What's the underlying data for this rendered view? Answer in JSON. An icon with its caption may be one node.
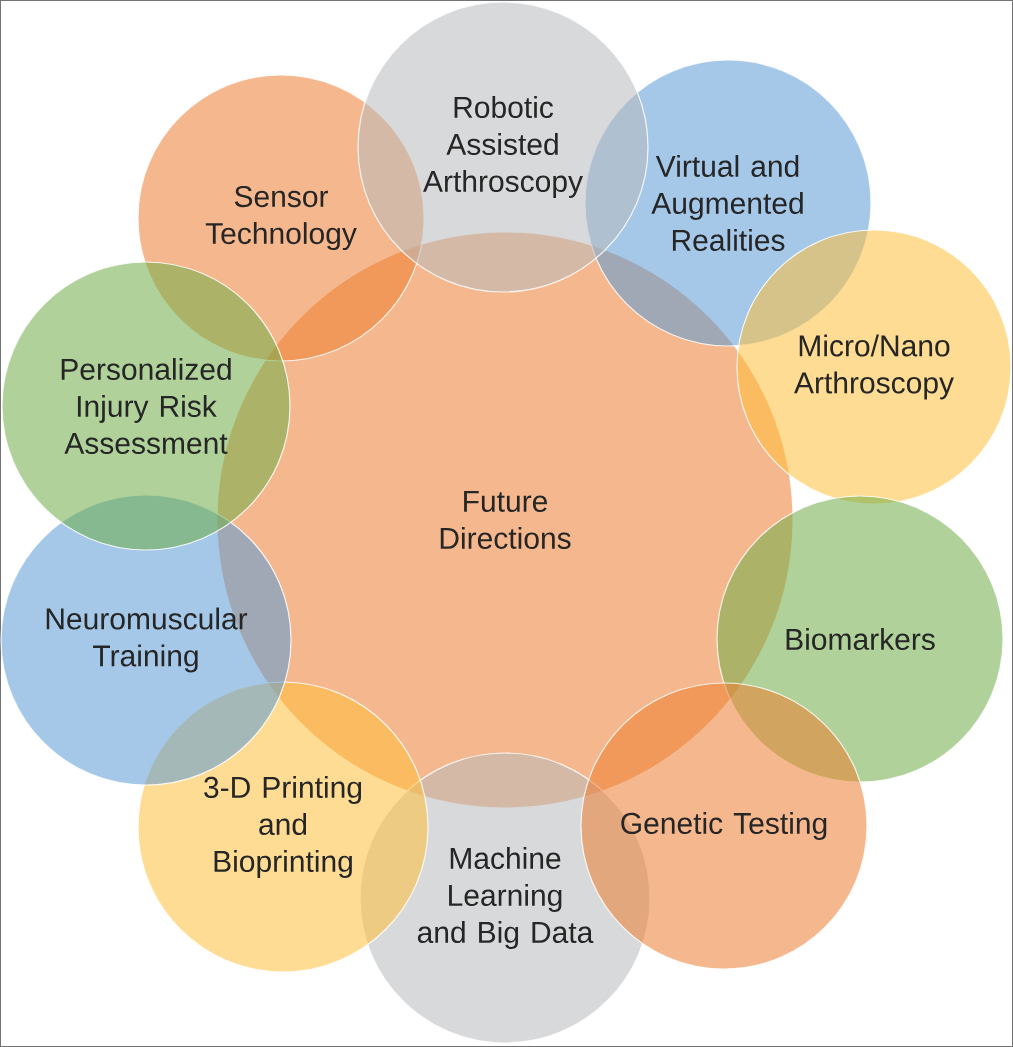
{
  "diagram": {
    "nodes": [
      {
        "text": [
          "Future Directions"
        ]
      },
      {
        "text": [
          "Robotic Assisted Arthroscopy"
        ]
      },
      {
        "text": [
          "Virtual and Augmented Realities"
        ]
      },
      {
        "text": [
          "Micro/Nano Arthroscopy"
        ]
      },
      {
        "text": [
          "Biomarkers"
        ]
      },
      {
        "text": [
          "Genetic Testing"
        ]
      },
      {
        "text": [
          "Machine Learning and Big Data"
        ]
      },
      {
        "text": [
          "3-D Printing and Bioprinting"
        ]
      },
      {
        "text": [
          "Neuromuscular Training"
        ]
      },
      {
        "text": [
          "Personalized Injury Risk Assessment"
        ]
      },
      {
        "text": [
          "Sensor Technology"
        ]
      }
    ]
  }
}
